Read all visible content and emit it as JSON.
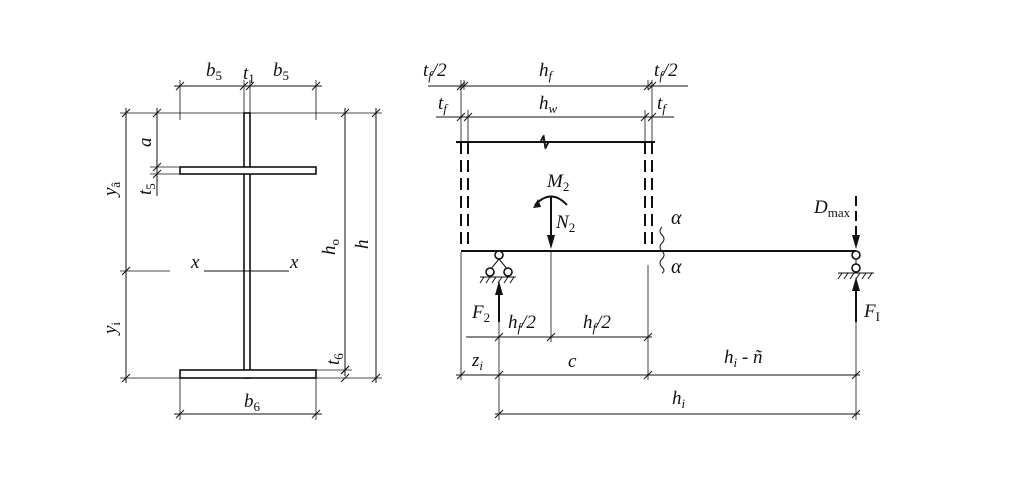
{
  "section": {
    "b5_left": "b",
    "b5_left_sub": "5",
    "t1": "t",
    "t1_sub": "1",
    "b5_right": "b",
    "b5_right_sub": "5",
    "a": "a",
    "t5": "t",
    "t5_sub": "5",
    "y_top": "y",
    "y_top_sub": "â",
    "y_bot": "y",
    "y_bot_sub": "i",
    "x_left": "x",
    "x_right": "x",
    "h0": "h",
    "h0_sub": "o",
    "h": "h",
    "t6": "t",
    "t6_sub": "6",
    "b6": "b",
    "b6_sub": "6"
  },
  "elevation": {
    "tf2_left": "t",
    "tf2_left_sub": "f",
    "tf2_left_tail": "/2",
    "hf_top": "h",
    "hf_top_sub": "f",
    "tf2_right": "t",
    "tf2_right_sub": "f",
    "tf2_right_tail": "/2",
    "tf_left": "t",
    "tf_left_sub": "f",
    "hw": "h",
    "hw_sub": "w",
    "tf_right": "t",
    "tf_right_sub": "f",
    "M2": "M",
    "M2_sub": "2",
    "N2": "N",
    "N2_sub": "2",
    "Dmax": "D",
    "Dmax_sub": "max",
    "alpha_top": "α",
    "alpha_bot": "α",
    "F2": "F",
    "F2_sub": "2",
    "F1": "F",
    "F1_sub": "I",
    "hf2_left": "h",
    "hf2_left_sub": "f",
    "hf2_left_tail": "/2",
    "hf2_right": "h",
    "hf2_right_sub": "f",
    "hf2_right_tail": "/2",
    "zi": "z",
    "zi_sub": "i",
    "c": "c",
    "hi_c": "h",
    "hi_c_sub": "i",
    "hi_c_tail": " - ñ",
    "hi": "h",
    "hi_sub": "i"
  }
}
